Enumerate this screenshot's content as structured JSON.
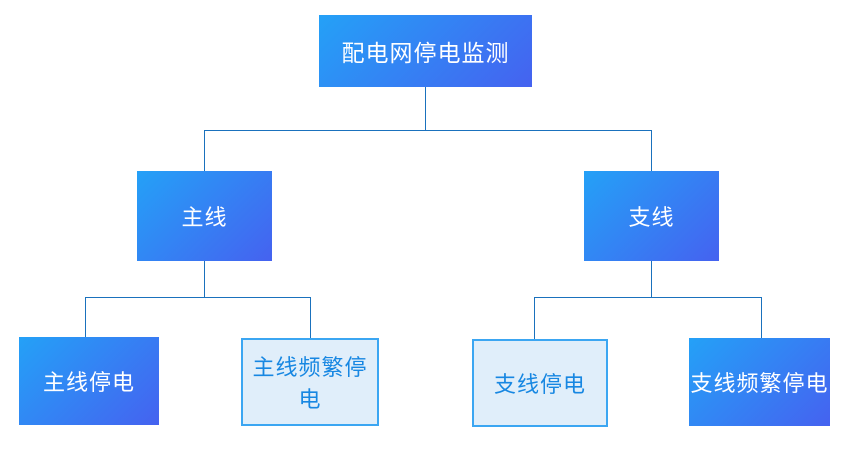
{
  "diagram": {
    "type": "tree",
    "title": "配电网停电监测",
    "nodes": {
      "root": {
        "label": "配电网停电监测",
        "variant": "filled"
      },
      "main_line": {
        "label": "主线",
        "variant": "filled"
      },
      "branch_line": {
        "label": "支线",
        "variant": "filled"
      },
      "main_line_outage": {
        "label": "主线停电",
        "variant": "filled"
      },
      "main_line_frequent_outage": {
        "label": "主线频繁停电",
        "variant": "outline"
      },
      "branch_line_outage": {
        "label": "支线停电",
        "variant": "outline"
      },
      "branch_line_frequent_outage": {
        "label": "支线频繁停电",
        "variant": "filled"
      }
    },
    "edges": [
      {
        "from": "root",
        "to": "main_line"
      },
      {
        "from": "root",
        "to": "branch_line"
      },
      {
        "from": "main_line",
        "to": "main_line_outage"
      },
      {
        "from": "main_line",
        "to": "main_line_frequent_outage"
      },
      {
        "from": "branch_line",
        "to": "branch_line_outage"
      },
      {
        "from": "branch_line",
        "to": "branch_line_frequent_outage"
      }
    ]
  },
  "colors": {
    "node_gradient_start": "#24a1f7",
    "node_gradient_end": "#4562f0",
    "node_text": "#ffffff",
    "outline_bg": "#e0eefa",
    "outline_border": "#3ba6f2",
    "outline_text": "#1787e2",
    "connector": "#1a71bd",
    "canvas_bg": "#ffffff"
  }
}
